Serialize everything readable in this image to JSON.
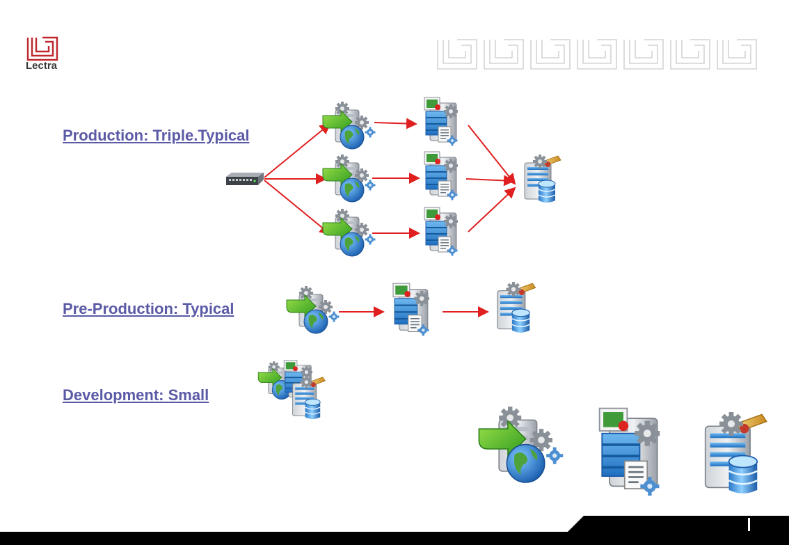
{
  "brand": {
    "name": "Lectra",
    "color": "#c0272d"
  },
  "labels": {
    "production": "Production: Triple.Typical",
    "preproduction": "Pre-Production: Typical",
    "development": "Development: Small"
  },
  "colors": {
    "arrow": "#e02020",
    "label": "#5a5aa6"
  },
  "icons": [
    "switch-icon",
    "application-server-icon",
    "web-server-icon",
    "database-server-icon",
    "combined-server-icon"
  ]
}
